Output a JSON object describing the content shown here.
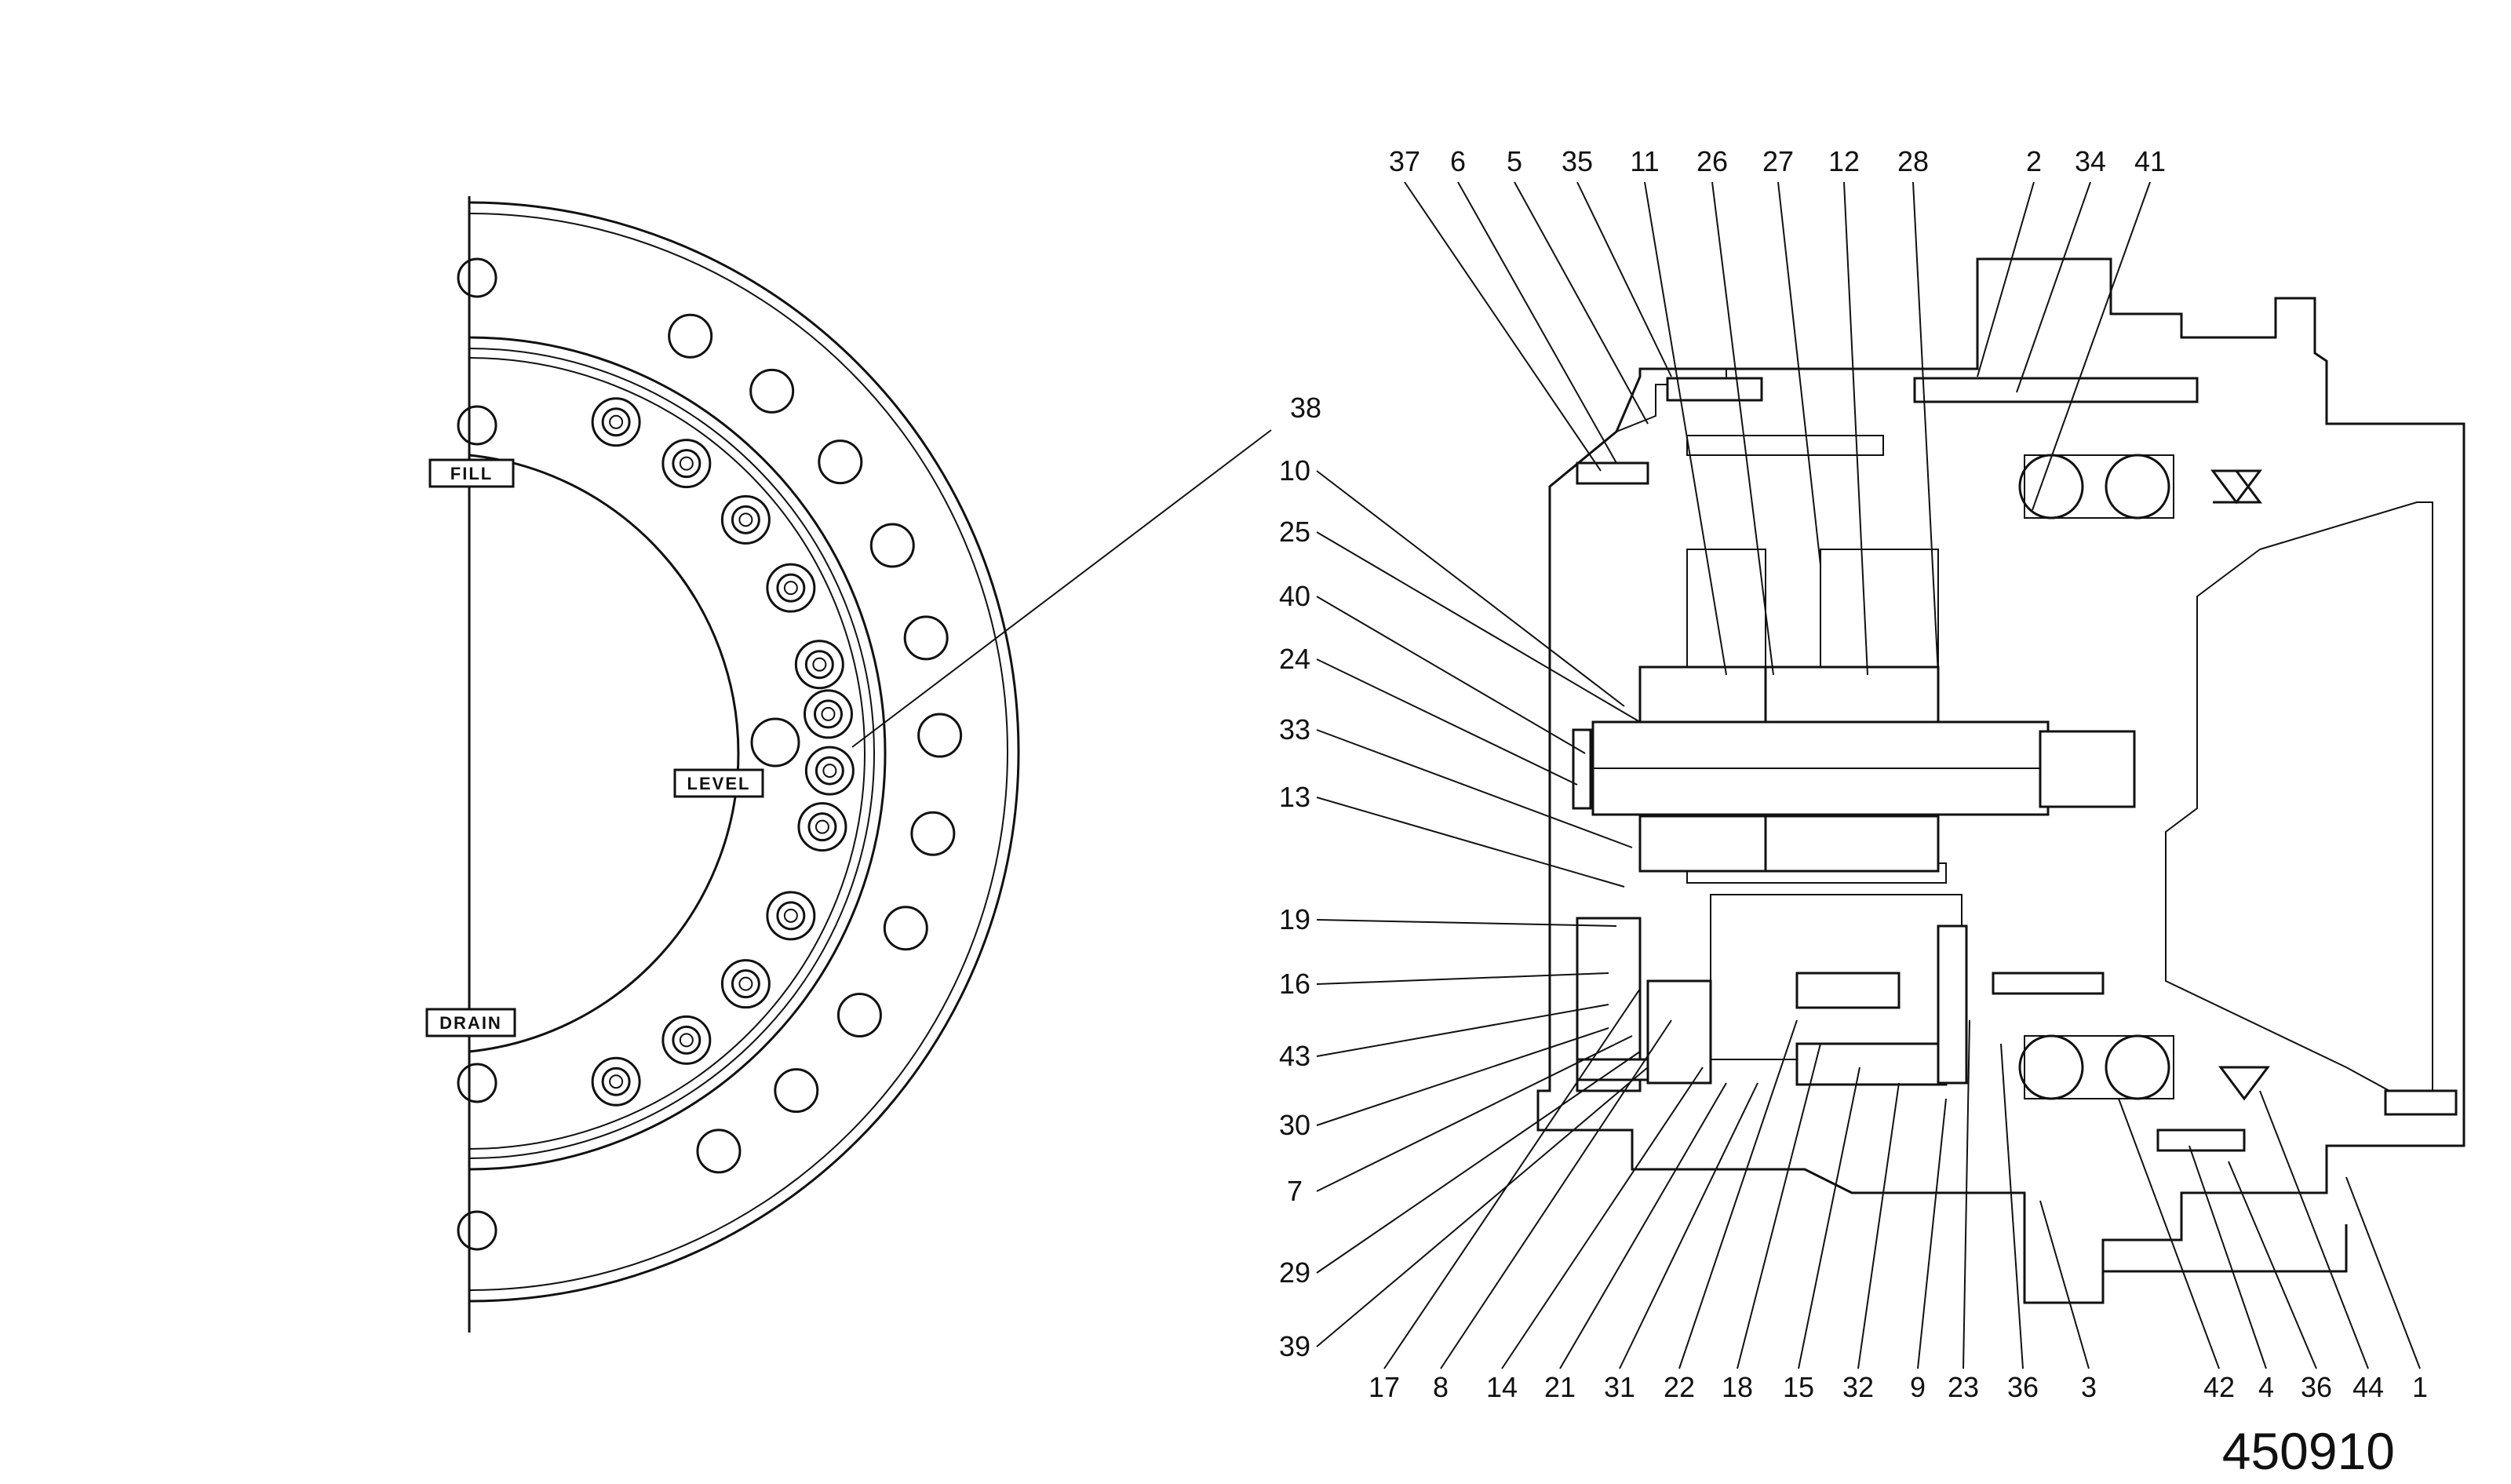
{
  "figure_number": "450910",
  "port_labels": {
    "fill": "FILL",
    "level": "LEVEL",
    "drain": "DRAIN"
  },
  "callouts": {
    "top": [
      "37",
      "6",
      "5",
      "35",
      "11",
      "26",
      "27",
      "12",
      "28",
      "2",
      "34",
      "41"
    ],
    "left": [
      "38",
      "10",
      "25",
      "40",
      "24",
      "33",
      "13",
      "19",
      "16",
      "43",
      "30",
      "7",
      "29",
      "39"
    ],
    "bottom": [
      "17",
      "8",
      "14",
      "21",
      "31",
      "22",
      "18",
      "15",
      "32",
      "9",
      "23",
      "36",
      "3",
      "42",
      "4",
      "36",
      "44",
      "1"
    ]
  }
}
